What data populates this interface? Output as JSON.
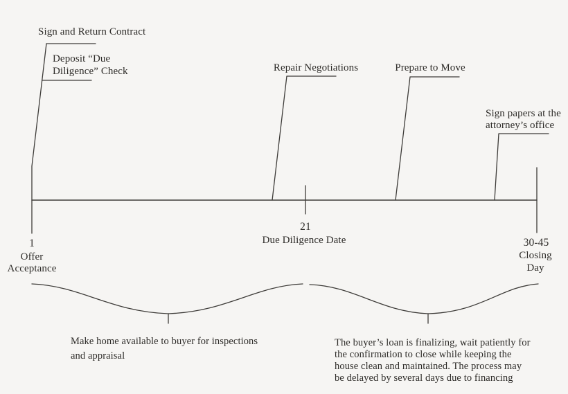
{
  "diagram": {
    "type": "timeline",
    "subject": "home-sale closing process",
    "colors": {
      "background": "#f6f5f3",
      "line": "#3d3b38",
      "text": "#2e2c29"
    },
    "events_above": [
      {
        "id": "sign-contract",
        "label": "Sign and Return Contract"
      },
      {
        "id": "deposit-check",
        "label": "Deposit “Due\nDiligence” Check"
      },
      {
        "id": "repair-negotiations",
        "label": "Repair Negotiations"
      },
      {
        "id": "prepare-move",
        "label": "Prepare to Move"
      },
      {
        "id": "sign-papers",
        "label": "Sign papers at the\nattorney’s office"
      }
    ],
    "day_markers": [
      {
        "number": "1",
        "label": "Offer\nAcceptance"
      },
      {
        "number": "21",
        "label": "Due Diligence Date"
      },
      {
        "number": "30-45",
        "label": "Closing Day"
      }
    ],
    "span_notes": [
      {
        "id": "inspection-span",
        "text": "Make home available to buyer for inspections\nand appraisal"
      },
      {
        "id": "loan-span",
        "text": "The buyer’s loan is finalizing, wait patiently for\nthe confirmation to close while keeping the\nhouse clean and maintained. The process may\nbe delayed by several days due to financing"
      }
    ]
  }
}
